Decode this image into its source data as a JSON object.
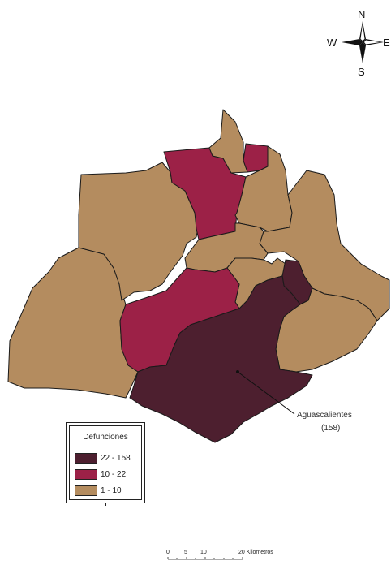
{
  "colors": {
    "high": "#4d1f2f",
    "mid": "#9c2147",
    "low": "#b48c5f",
    "outline": "#1a1a1a"
  },
  "compass": {
    "n": "N",
    "e": "E",
    "s": "S",
    "w": "W"
  },
  "legend": {
    "title": "Defunciones",
    "items": [
      {
        "label": "22 - 158",
        "color": "#4d1f2f"
      },
      {
        "label": "10 - 22",
        "color": "#9c2147"
      },
      {
        "label": "1 - 10",
        "color": "#b48c5f"
      }
    ]
  },
  "callout": {
    "name": "Aguascalientes",
    "value": "(158)"
  },
  "scale": {
    "labels": [
      "0",
      "5",
      "10",
      "20 Kilometros"
    ]
  }
}
